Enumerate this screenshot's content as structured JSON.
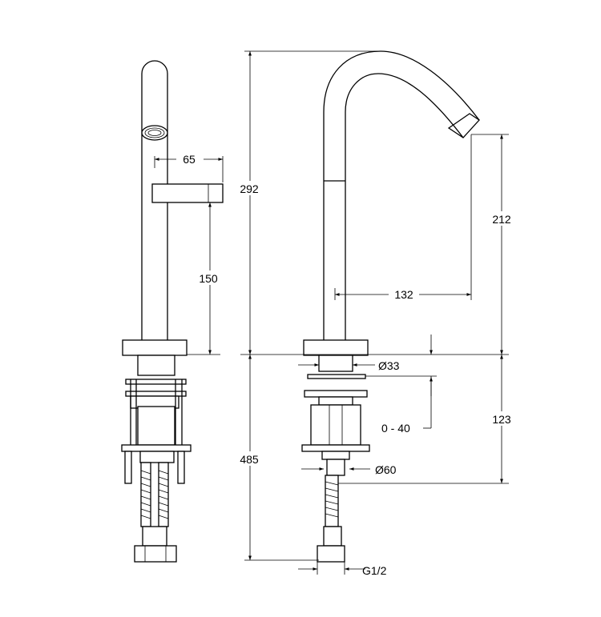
{
  "dimensions": {
    "handle_length": "65",
    "handle_height": "150",
    "spout_total_height": "292",
    "spout_outlet_height": "212",
    "spout_reach": "132",
    "body_diameter": "Ø33",
    "deck_thickness": "0 - 40",
    "shank_length": "123",
    "flange_diameter": "Ø60",
    "under_deck_length": "485",
    "connection_thread": "G1/2"
  }
}
